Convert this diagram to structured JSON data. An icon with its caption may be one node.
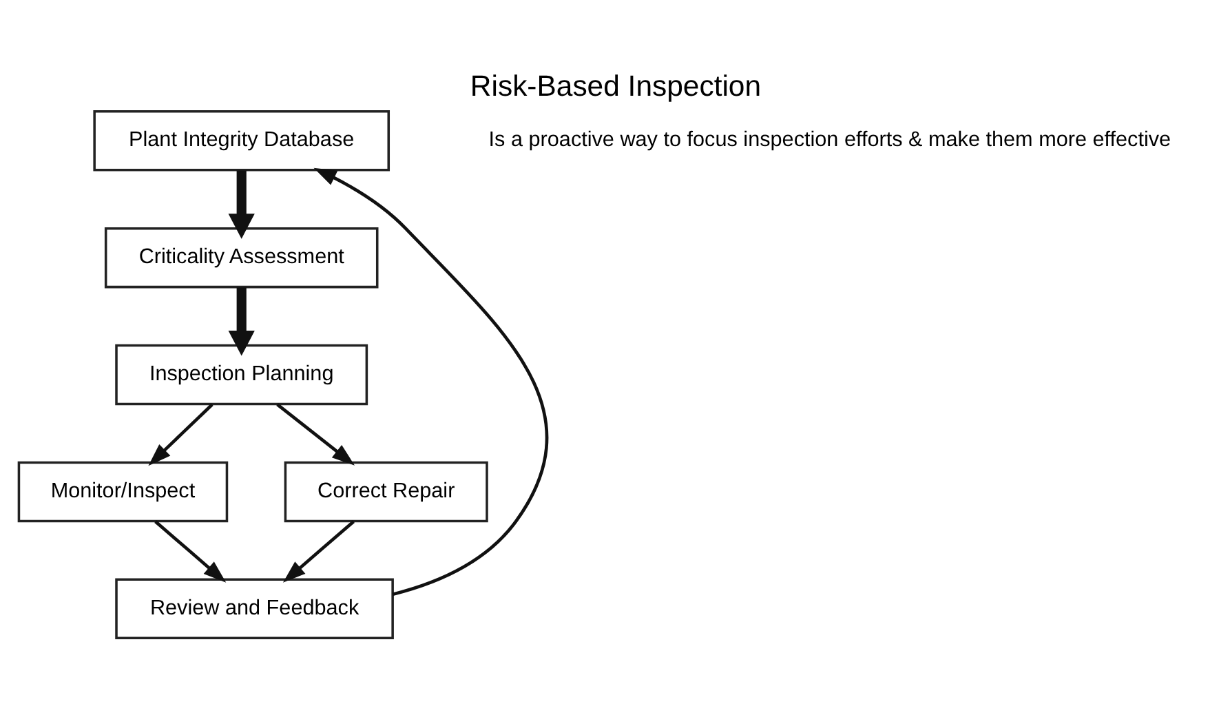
{
  "diagram": {
    "title": "Risk-Based Inspection",
    "nodes": [
      {
        "text": [
          "Plant Integrity Database"
        ]
      },
      {
        "text": [
          "Criticality Assessment"
        ]
      },
      {
        "text": [
          "Inspection Planning"
        ]
      },
      {
        "text": [
          "Review and Feedback"
        ]
      },
      {
        "text": [
          "Monitor/Inspect"
        ]
      },
      {
        "text": [
          "Correct Repair"
        ]
      }
    ],
    "edges": [
      {
        "from": 0,
        "to": 1,
        "arrow": "to",
        "style": "thick"
      },
      {
        "from": 1,
        "to": 2,
        "arrow": "to",
        "style": "thick"
      },
      {
        "from": 2,
        "to": 4,
        "arrow": "to"
      },
      {
        "from": 2,
        "to": 5,
        "arrow": "to"
      },
      {
        "from": 4,
        "to": 3,
        "arrow": "to"
      },
      {
        "from": 5,
        "to": 3,
        "arrow": "to"
      },
      {
        "from": 3,
        "to": 0,
        "arrow": "to"
      }
    ],
    "labels": [
      "Is a proactive way to focus inspection efforts & make them more effective"
    ]
  }
}
